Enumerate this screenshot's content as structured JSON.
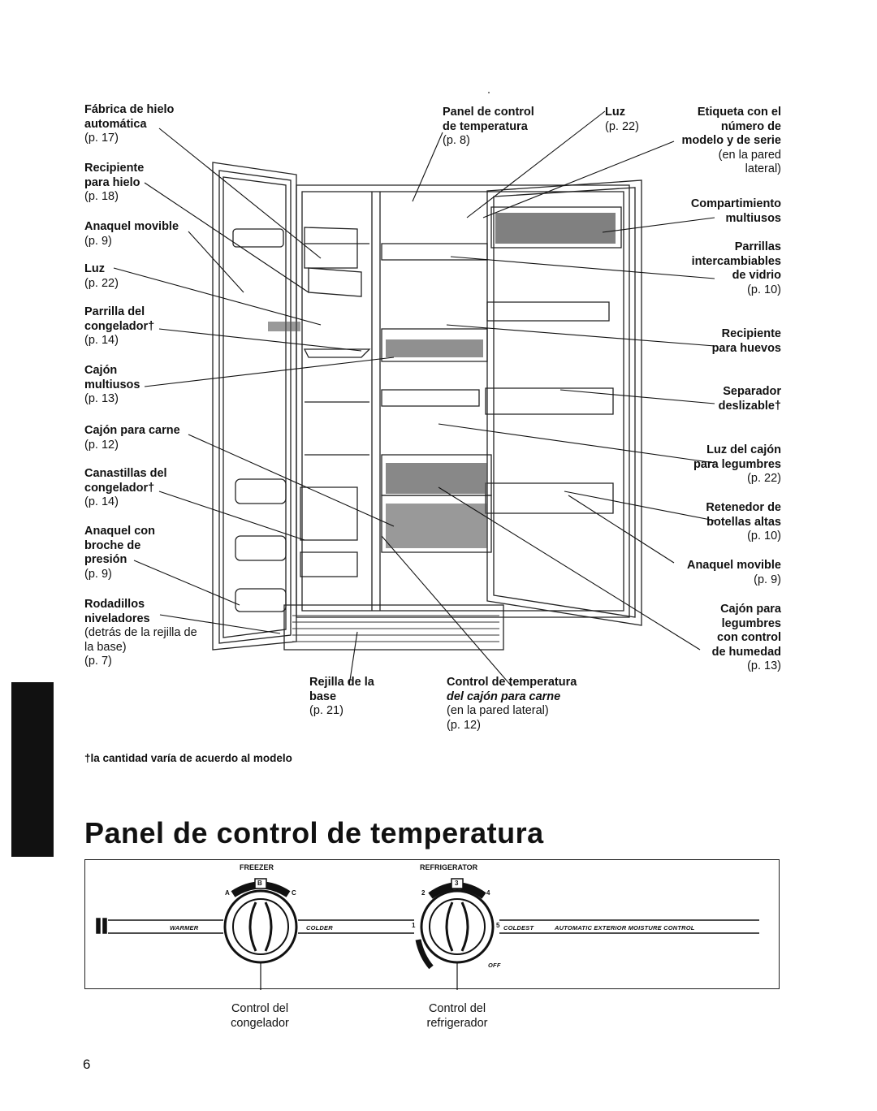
{
  "labels_left": [
    {
      "title": [
        "Fábrica de hielo",
        "automática"
      ],
      "page": "(p. 17)"
    },
    {
      "title": [
        "Recipiente",
        "para hielo"
      ],
      "page": "(p. 18)"
    },
    {
      "title": [
        "Anaquel movible"
      ],
      "page": "(p. 9)"
    },
    {
      "title": [
        "Luz"
      ],
      "page": "(p. 22)"
    },
    {
      "title": [
        "Parrilla del",
        "congelador†"
      ],
      "page": "(p. 14)"
    },
    {
      "title": [
        "Cajón",
        "multiusos"
      ],
      "page": "(p. 13)"
    },
    {
      "title": [
        "Cajón para carne"
      ],
      "page": "(p. 12)"
    },
    {
      "title": [
        "Canastillas del",
        "congelador†"
      ],
      "page": "(p. 14)"
    },
    {
      "title": [
        "Anaquel con",
        "broche de",
        "presión"
      ],
      "page": "(p. 9)"
    },
    {
      "title": [
        "Rodadillos",
        "niveladores"
      ],
      "note": [
        "(detrás de la rejilla de",
        "la base)"
      ],
      "page": "(p. 7)"
    }
  ],
  "labels_top": [
    {
      "title": [
        "Panel de control",
        "de temperatura"
      ],
      "page": "(p. 8)"
    },
    {
      "title": [
        "Luz"
      ],
      "page": "(p. 22)"
    }
  ],
  "labels_right": [
    {
      "title": [
        "Etiqueta con el",
        "número de",
        "modelo y de serie"
      ],
      "note": [
        "(en la pared",
        "lateral)"
      ]
    },
    {
      "title": [
        "Compartimiento",
        "multiusos"
      ]
    },
    {
      "title": [
        "Parrillas",
        "intercambiables",
        "de vidrio"
      ],
      "page": "(p. 10)"
    },
    {
      "title": [
        "Recipiente",
        "para huevos"
      ]
    },
    {
      "title": [
        "Separador",
        "deslizable†"
      ]
    },
    {
      "title": [
        "Luz del cajón",
        "para legumbres"
      ],
      "page": "(p. 22)"
    },
    {
      "title": [
        "Retenedor de",
        "botellas altas"
      ],
      "page": "(p. 10)"
    },
    {
      "title": [
        "Anaquel movible"
      ],
      "page": "(p. 9)"
    },
    {
      "title": [
        "Cajón para",
        "legumbres",
        "con control",
        "de humedad"
      ],
      "page": "(p. 13)"
    }
  ],
  "labels_bottom": [
    {
      "title": [
        "Rejilla de la",
        "base"
      ],
      "page": "(p. 21)"
    },
    {
      "title": [
        "Control de temperatura"
      ],
      "italic": [
        "del cajón para carne"
      ],
      "note": [
        "(en la pared lateral)"
      ],
      "page": "(p. 12)"
    }
  ],
  "footnote": "†la cantidad varía de acuerdo al modelo",
  "section_title": "Panel de control de temperatura",
  "panel": {
    "freezer_label": "FREEZER",
    "refrigerator_label": "REFRIGERATOR",
    "warmer": "WARMER",
    "colder": "COLDER",
    "coldest": "COLDEST",
    "off": "OFF",
    "automatic": "AUTOMATIC EXTERIOR MOISTURE CONTROL",
    "freezer_marks": [
      "A",
      "B",
      "C"
    ],
    "fridge_marks": [
      "1",
      "2",
      "3",
      "4",
      "5"
    ],
    "freezer_control": [
      "Control del",
      "congelador"
    ],
    "fridge_control": [
      "Control del",
      "refrigerador"
    ]
  },
  "page_number": "6"
}
